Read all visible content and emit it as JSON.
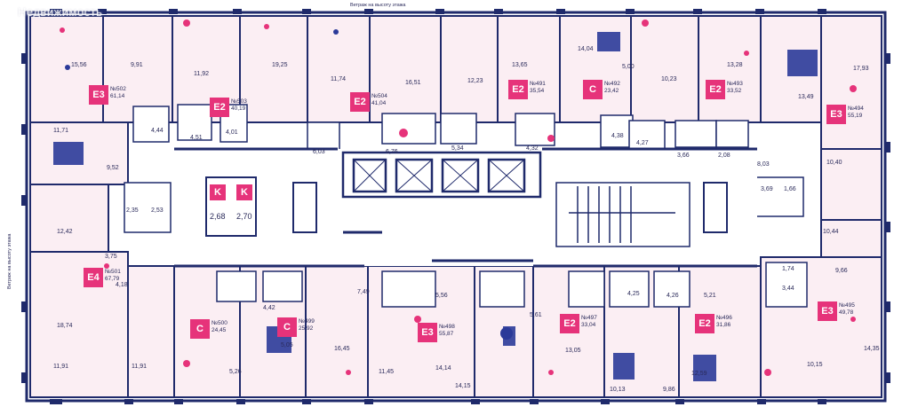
{
  "watermark": "Недвижимость",
  "notes": {
    "top": "Ветраж на высоту этажа",
    "side": "Ветраж на высоту этажа"
  },
  "colors": {
    "wall": "#1f2a6b",
    "room_fill": "#fbeef3",
    "accent_pink": "#e6337a",
    "accent_blue": "#2b3a99",
    "common": "#ffffff"
  },
  "storage": [
    {
      "badge": "K",
      "area": "2,68"
    },
    {
      "badge": "K",
      "area": "2,70"
    }
  ],
  "apartments": [
    {
      "type": "E3",
      "number": "№502",
      "area": "61,14"
    },
    {
      "type": "E2",
      "number": "№503",
      "area": "40,19"
    },
    {
      "type": "E2",
      "number": "№504",
      "area": "41,04"
    },
    {
      "type": "E2",
      "number": "№491",
      "area": "35,54"
    },
    {
      "type": "C",
      "number": "№492",
      "area": "23,42"
    },
    {
      "type": "E2",
      "number": "№493",
      "area": "33,52"
    },
    {
      "type": "E3",
      "number": "№494",
      "area": "55,19"
    },
    {
      "type": "E4",
      "number": "№501",
      "area": "67,79"
    },
    {
      "type": "C",
      "number": "№500",
      "area": "24,45"
    },
    {
      "type": "C",
      "number": "№499",
      "area": "25,92"
    },
    {
      "type": "E3",
      "number": "№498",
      "area": "55,87"
    },
    {
      "type": "E2",
      "number": "№497",
      "area": "33,04"
    },
    {
      "type": "E2",
      "number": "№496",
      "area": "31,86"
    },
    {
      "type": "E3",
      "number": "№495",
      "area": "49,78"
    }
  ],
  "room_areas": [
    "15,56",
    "9,91",
    "11,92",
    "19,25",
    "11,74",
    "16,51",
    "12,23",
    "13,65",
    "14,04",
    "5,00",
    "10,23",
    "13,28",
    "13,49",
    "17,93",
    "4,44",
    "4,51",
    "4,01",
    "6,03",
    "6,76",
    "5,34",
    "4,32",
    "4,38",
    "4,27",
    "3,66",
    "2,08",
    "8,03",
    "10,40",
    "11,71",
    "9,52",
    "2,35",
    "2,53",
    "12,42",
    "3,75",
    "3,69",
    "1,66",
    "10,44",
    "9,66",
    "1,74",
    "18,74",
    "4,18",
    "7,49",
    "4,42",
    "5,56",
    "5,61",
    "4,25",
    "4,26",
    "5,21",
    "3,44",
    "11,91",
    "11,91",
    "5,26",
    "5,05",
    "16,45",
    "11,45",
    "14,14",
    "14,15",
    "13,05",
    "10,13",
    "9,86",
    "12,59",
    "10,15",
    "14,35"
  ]
}
